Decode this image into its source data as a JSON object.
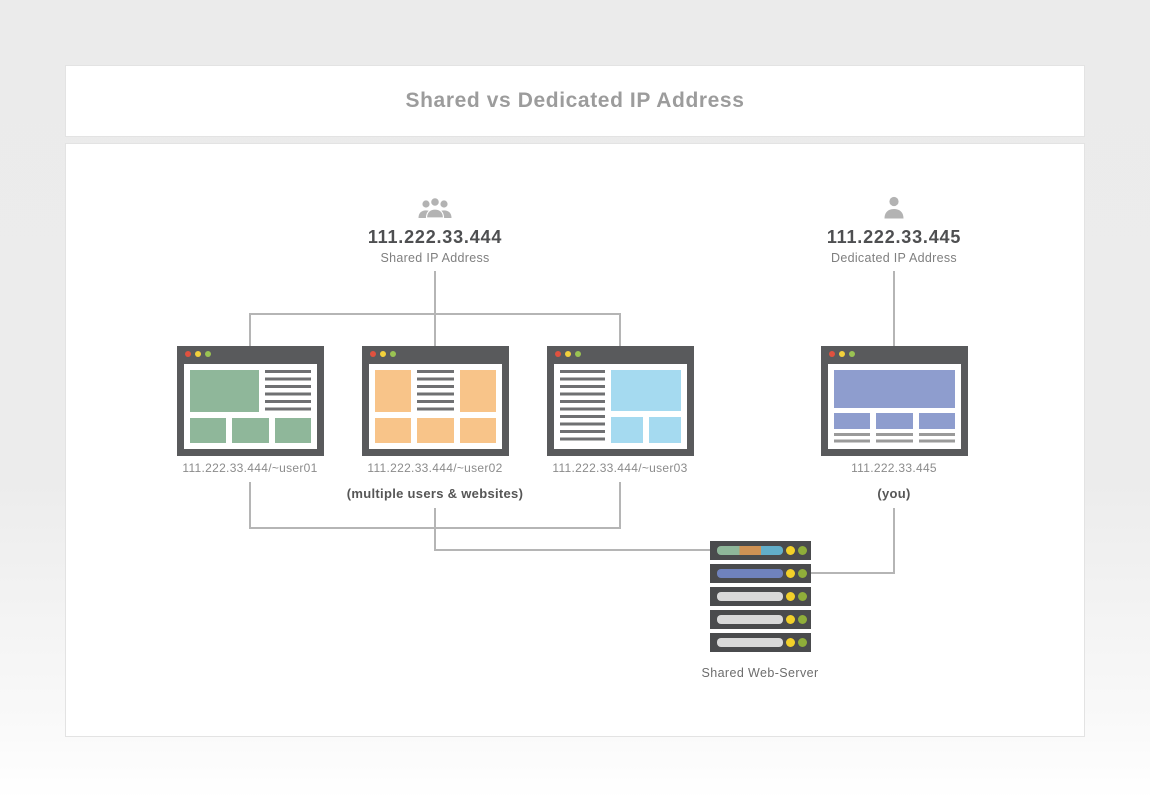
{
  "title": "Shared vs Dedicated IP Address",
  "shared": {
    "icon": "users-group-icon",
    "ip": "111.222.33.444",
    "label": "Shared IP Address",
    "note": "(multiple users & websites)",
    "sites": [
      {
        "url": "111.222.33.444/~user01",
        "color": "#8fb79a"
      },
      {
        "url": "111.222.33.444/~user02",
        "color": "#f8c489"
      },
      {
        "url": "111.222.33.444/~user03",
        "color": "#a5daf0"
      }
    ]
  },
  "dedicated": {
    "icon": "user-icon",
    "ip": "111.222.33.445",
    "label": "Dedicated IP Address",
    "note": "(you)",
    "site": {
      "url": "111.222.33.445",
      "color": "#8e9dce"
    }
  },
  "server": {
    "label": "Shared Web-Server",
    "slabs": [
      {
        "bar": "shared-sites",
        "segments": [
          "#8fb79a",
          "#cf9254",
          "#62aec9"
        ]
      },
      {
        "bar": "dedicated-site",
        "segments": [
          "#6f82bd"
        ]
      },
      {
        "bar": "empty",
        "segments": [
          "#d9d9d9"
        ]
      },
      {
        "bar": "empty",
        "segments": [
          "#d9d9d9"
        ]
      },
      {
        "bar": "empty",
        "segments": [
          "#d9d9d9"
        ]
      }
    ],
    "led_colors": {
      "yellow": "#f2d02a",
      "green": "#8fae3a"
    }
  },
  "colors": {
    "browser_frame": "#595a5c",
    "connector": "#b5b5b5",
    "dot_red": "#e0513f",
    "dot_yellow": "#f2d13c",
    "dot_green": "#9ac353",
    "background": "#ebebeb",
    "card": "#ffffff"
  }
}
